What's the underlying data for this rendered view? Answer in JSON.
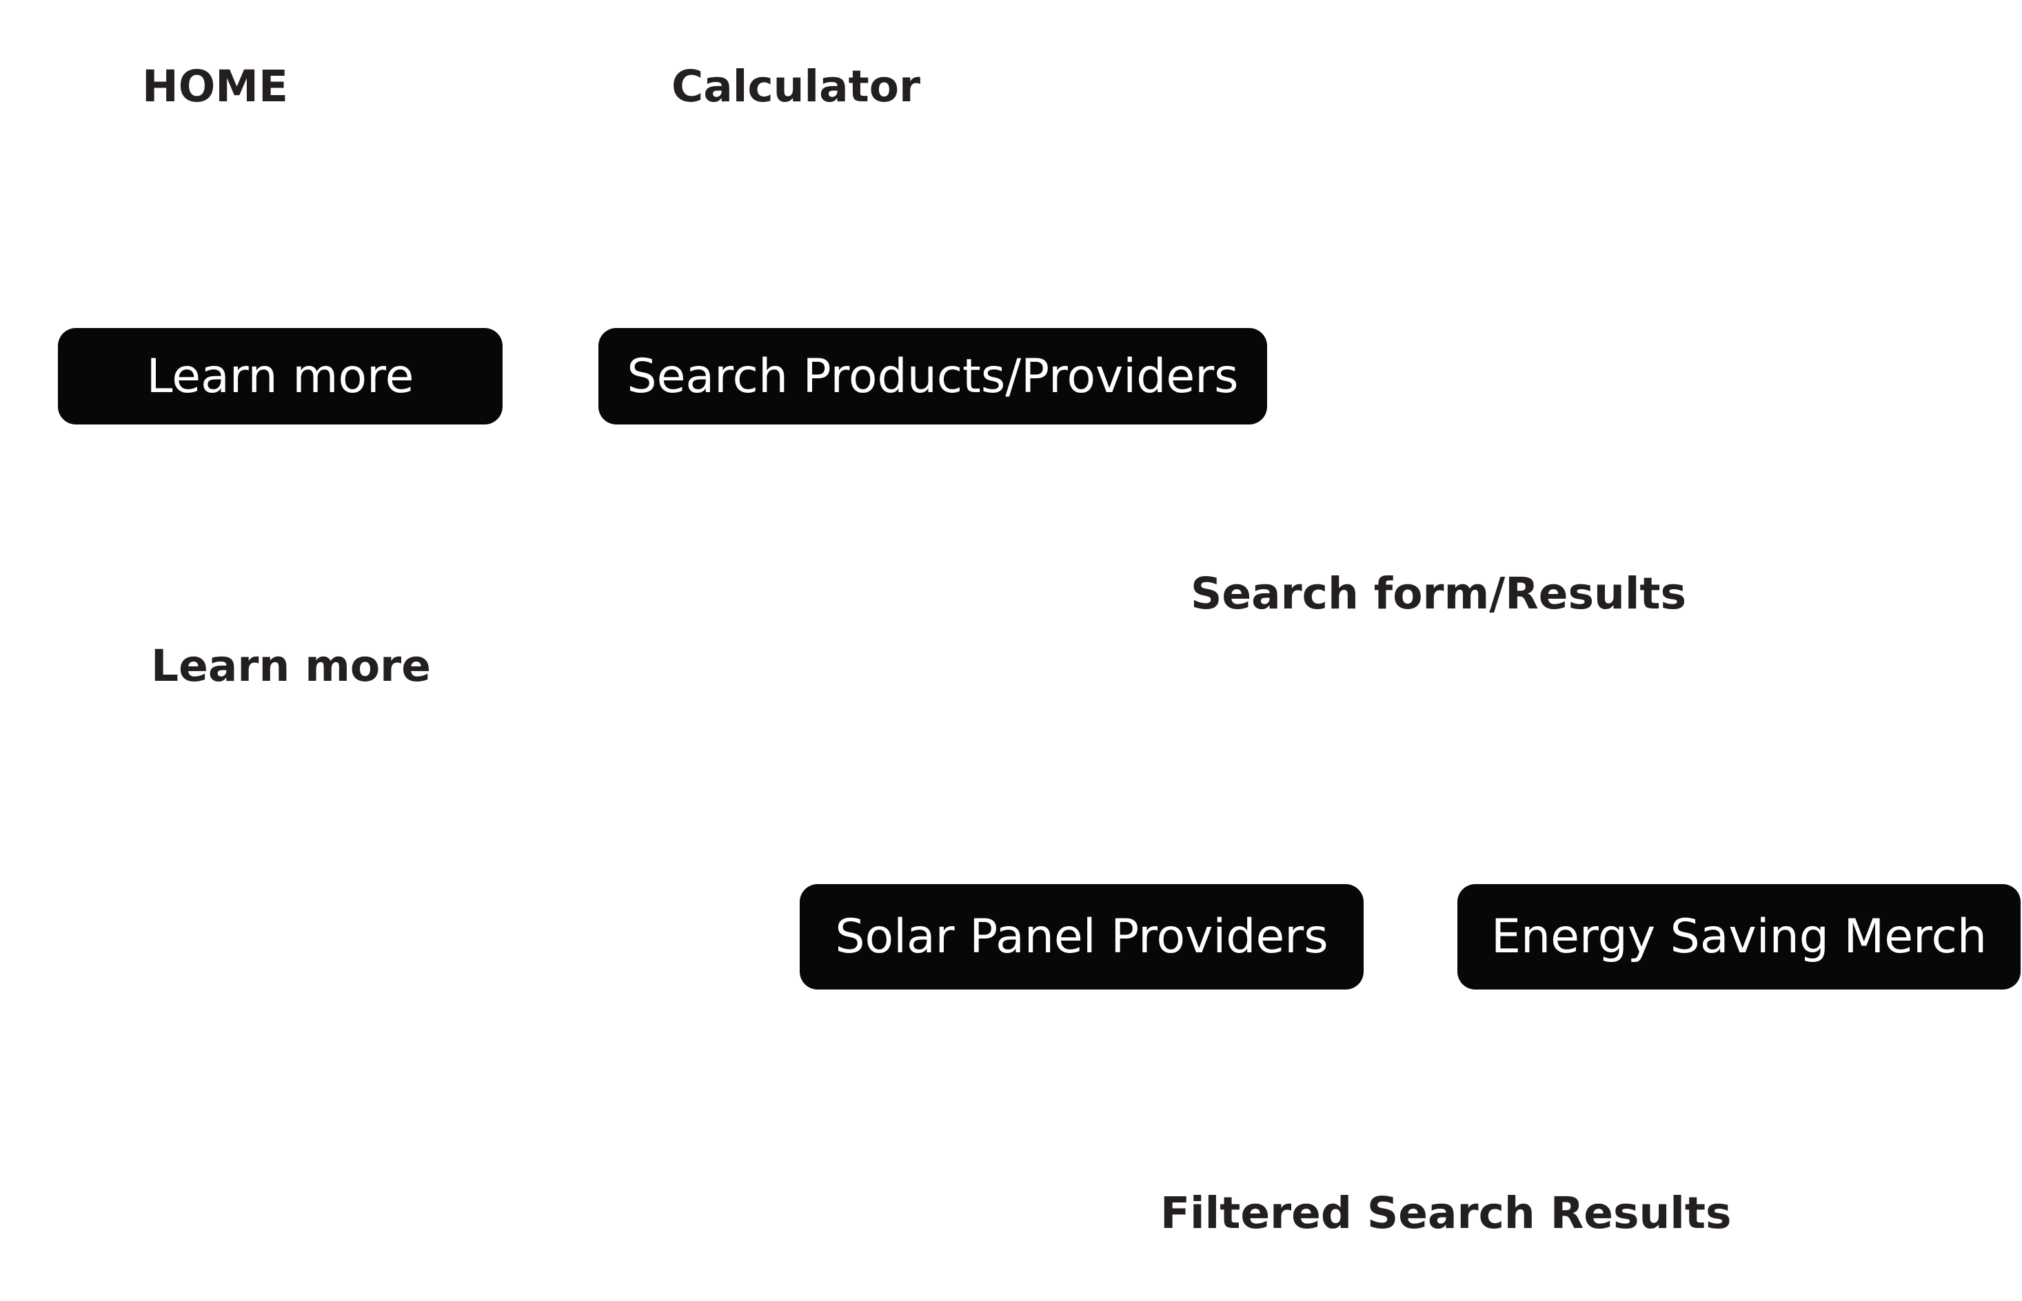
{
  "nav": {
    "home": "HOME",
    "calculator": "Calculator"
  },
  "buttons": {
    "learn_more": "Learn more",
    "search_products": "Search Products/Providers",
    "solar_panel": "Solar Panel Providers",
    "energy_merch": "Energy Saving Merch"
  },
  "pages": {
    "learn_more": "Learn more",
    "search_form": "Search form/Results",
    "filtered_results": "Filtered Search Results"
  },
  "colors": {
    "button_bg": "#050708",
    "button_text": "#ffffff",
    "label_text": "#231f20",
    "background": "#ffffff"
  }
}
